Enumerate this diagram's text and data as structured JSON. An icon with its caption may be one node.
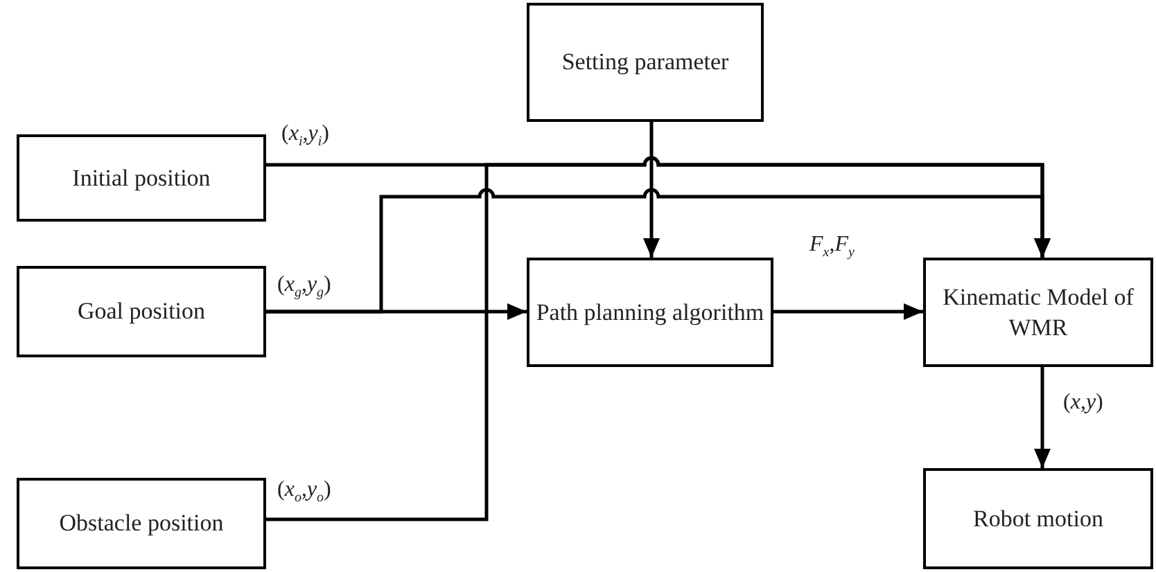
{
  "diagram": {
    "nodes": [
      {
        "text": [
          "Setting parameter"
        ]
      },
      {
        "text": [
          "Initial position"
        ]
      },
      {
        "text": [
          "Goal position"
        ]
      },
      {
        "text": [
          "Path planning algorithm"
        ]
      },
      {
        "text": [
          "Kinematic Model of WMR"
        ]
      },
      {
        "text": [
          "Obstacle position"
        ]
      },
      {
        "text": [
          "Robot motion"
        ]
      }
    ],
    "edges": [
      {
        "from": 1,
        "to": 4,
        "arrow": "to",
        "label": "(*x*$_{i}$,*y*$_{i}$)"
      },
      {
        "from": 2,
        "to": 3,
        "arrow": "to",
        "label": "(*x*$_{g}$,*y*$_{g}$)"
      },
      {
        "from": 2,
        "to": 4,
        "arrow": "to"
      },
      {
        "from": 5,
        "to": 4,
        "arrow": "to",
        "label": "(*x*$_{o}$,*y*$_{o}$)"
      },
      {
        "from": 0,
        "to": 3,
        "arrow": "to"
      },
      {
        "from": 3,
        "to": 4,
        "arrow": "to",
        "label": "*F*$_{x}$,*F*$_{y}$"
      },
      {
        "from": 4,
        "to": 6,
        "arrow": "to",
        "label": "(*x*,*y*)"
      }
    ]
  }
}
